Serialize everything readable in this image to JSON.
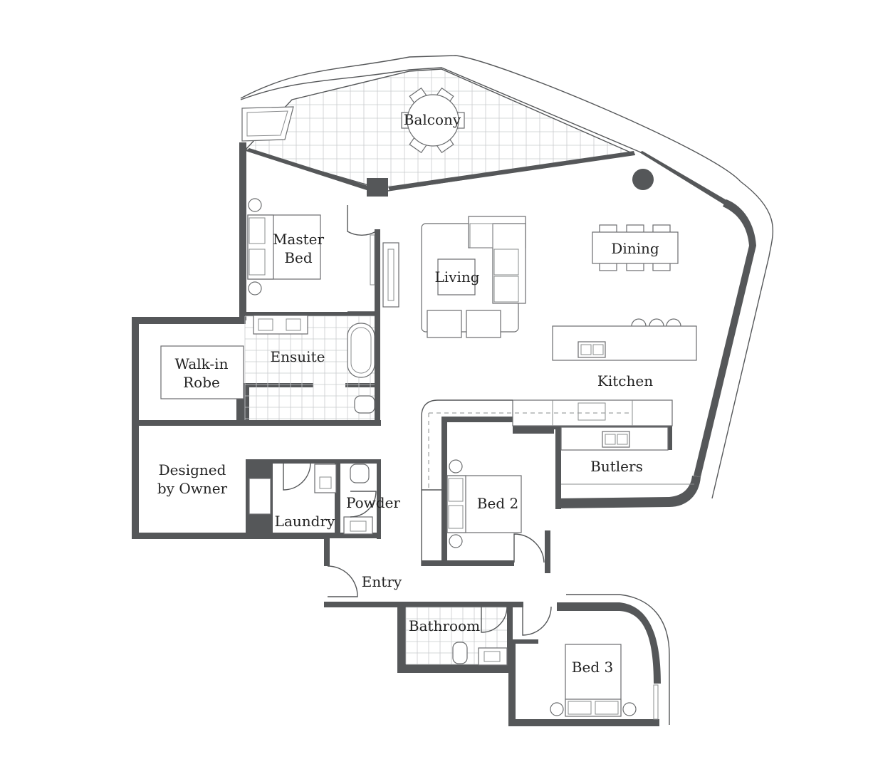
{
  "plan": {
    "rooms": {
      "balcony": "Balcony",
      "master_bed_1": "Master",
      "master_bed_2": "Bed",
      "living": "Living",
      "dining": "Dining",
      "walkin_1": "Walk-in",
      "walkin_2": "Robe",
      "ensuite": "Ensuite",
      "kitchen": "Kitchen",
      "butlers": "Butlers",
      "owner_1": "Designed",
      "owner_2": "by Owner",
      "laundry": "Laundry",
      "powder": "Powder",
      "bed2": "Bed 2",
      "entry": "Entry",
      "bathroom": "Bathroom",
      "bed3": "Bed 3"
    },
    "colors": {
      "wall": "#555759",
      "tile": "#c9cbcd",
      "background": "#ffffff"
    }
  }
}
